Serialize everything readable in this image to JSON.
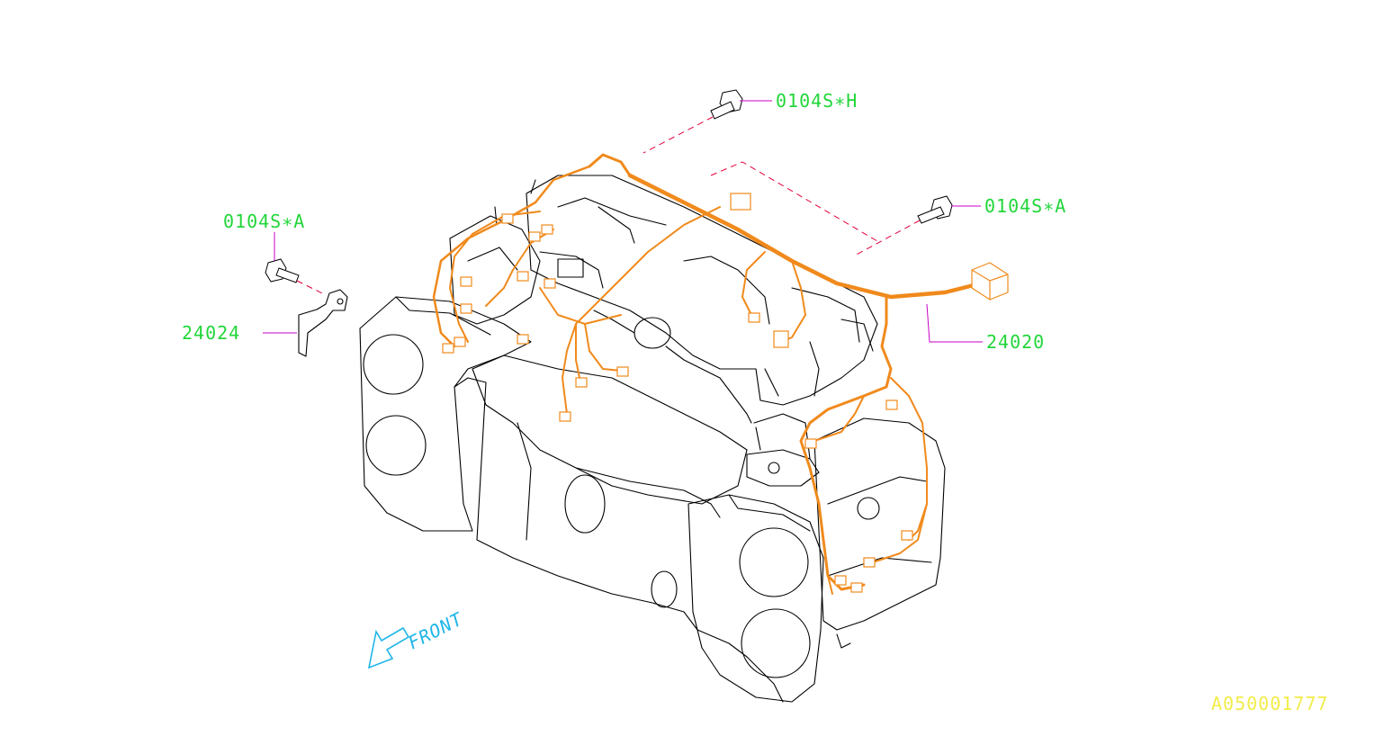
{
  "diagram": {
    "labels": {
      "bolt_top": "0104S∗H",
      "bolt_right": "0104S∗A",
      "bolt_left": "0104S∗A",
      "bracket": "24024",
      "harness": "24020",
      "front": "FRONT",
      "reference": "A050001777"
    },
    "colors": {
      "part_label": "#22d63a",
      "harness": "#f08a1c",
      "leader": "#c800c8",
      "dashed_line": "#e0003a",
      "front_arrow": "#1fb6e8",
      "reference": "#f2ec4a"
    }
  }
}
